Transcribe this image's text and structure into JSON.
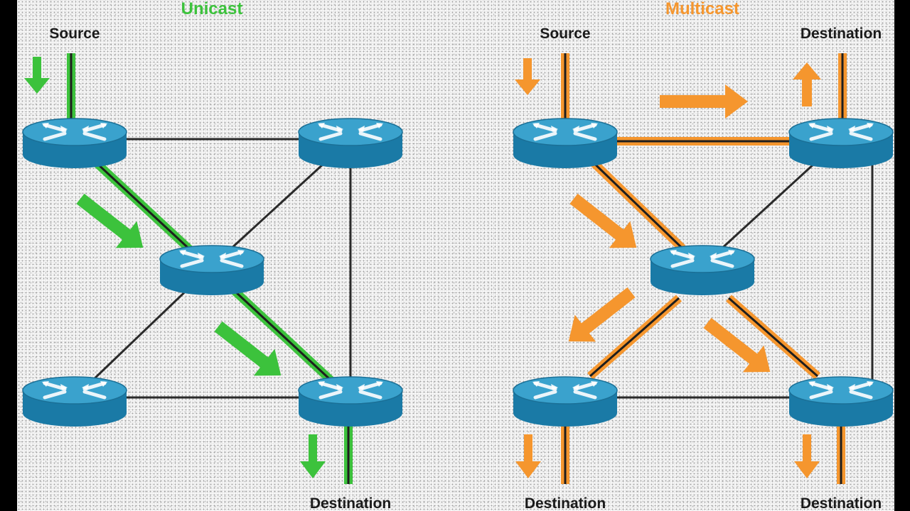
{
  "unicast": {
    "title": "Unicast",
    "source_label": "Source",
    "destination_label": "Destination"
  },
  "multicast": {
    "title": "Multicast",
    "source_label": "Source",
    "destination_label_top": "Destination",
    "destination_label_bottom_left": "Destination",
    "destination_label_bottom_right": "Destination"
  },
  "colors": {
    "unicast_accent": "#3cc23c",
    "multicast_accent": "#f5962e",
    "router_fill": "#1f87b3",
    "router_top": "#3ba4cf",
    "link": "#2a2a2a",
    "frame": "#000000"
  },
  "icons": {
    "router": "router-icon",
    "flow_arrow": "arrow-icon"
  }
}
